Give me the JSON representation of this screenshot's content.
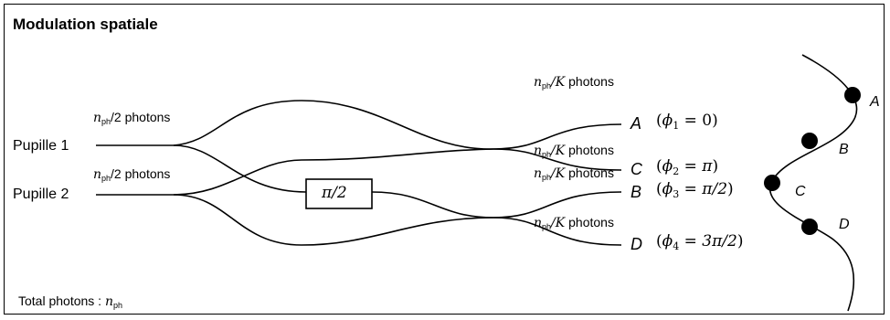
{
  "title": "Modulation spatiale",
  "inputs": {
    "pupil1": "Pupille 1",
    "pupil2": "Pupille 2",
    "photons_symbol": "n",
    "photons_sub": "ph",
    "photons_tail": "/2 photons"
  },
  "phase_shifter": "π/2",
  "outputs": {
    "photons_symbol": "n",
    "photons_sub": "ph",
    "photons_K": "/K",
    "photons_word": " photons",
    "rows": [
      {
        "letter": "A",
        "phi_index": "1",
        "phase": "0"
      },
      {
        "letter": "C",
        "phi_index": "2",
        "phase": "π"
      },
      {
        "letter": "B",
        "phi_index": "3",
        "phase": "π/2"
      },
      {
        "letter": "D",
        "phi_index": "4",
        "phase": "3π/2"
      }
    ]
  },
  "fringe_points": [
    "A",
    "B",
    "C",
    "D"
  ],
  "total": {
    "label": "Total photons : ",
    "symbol": "n",
    "sub": "ph"
  }
}
